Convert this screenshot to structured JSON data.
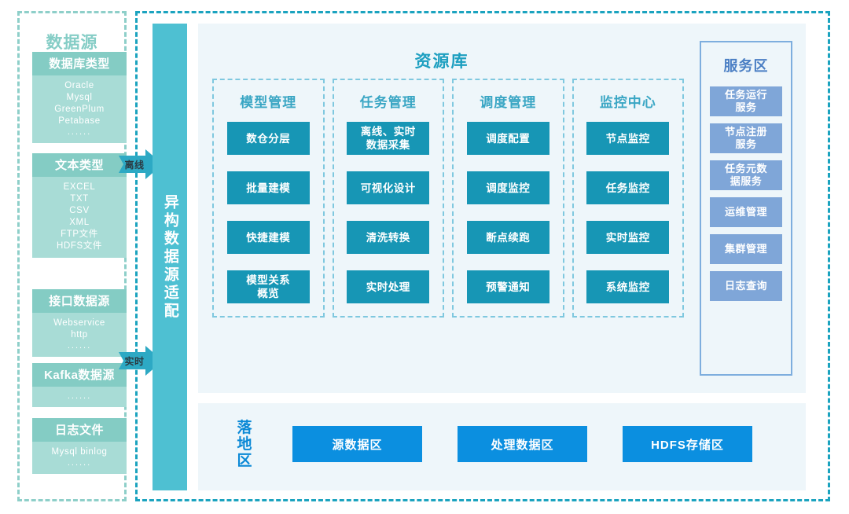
{
  "frames": {
    "left_border_color": "#8ecfc9",
    "right_border_color": "#1ba3bf"
  },
  "datasource": {
    "title": "数据源",
    "boxes": [
      {
        "header": "数据库类型",
        "items": [
          "Oracle",
          "Mysql",
          "GreenPlum",
          "Petabase"
        ],
        "dots": "......"
      },
      {
        "header": "文本类型",
        "items": [
          "EXCEL",
          "TXT",
          "CSV",
          "XML",
          "FTP文件",
          "HDFS文件"
        ],
        "dots": ""
      },
      {
        "header": "接口数据源",
        "items": [
          "Webservice",
          "http"
        ],
        "dots": "......"
      },
      {
        "header": "Kafka数据源",
        "items": [],
        "dots": "......"
      },
      {
        "header": "日志文件",
        "items": [
          "Mysql binlog"
        ],
        "dots": "......"
      }
    ]
  },
  "arrows": [
    {
      "label": "离线"
    },
    {
      "label": "实时"
    }
  ],
  "adapter": {
    "label": "异构数据源适配"
  },
  "repository": {
    "title": "资源库",
    "columns": [
      {
        "title": "模型管理",
        "items": [
          "数仓分层",
          "批量建模",
          "快捷建模",
          "模型关系\n概览"
        ]
      },
      {
        "title": "任务管理",
        "items": [
          "离线、实时\n数据采集",
          "可视化设计",
          "清洗转换",
          "实时处理"
        ]
      },
      {
        "title": "调度管理",
        "items": [
          "调度配置",
          "调度监控",
          "断点续跑",
          "预警通知"
        ]
      },
      {
        "title": "监控中心",
        "items": [
          "节点监控",
          "任务监控",
          "实时监控",
          "系统监控"
        ]
      }
    ]
  },
  "service_area": {
    "title": "服务区",
    "items": [
      "任务运行\n服务",
      "节点注册\n服务",
      "任务元数\n据服务",
      "运维管理",
      "集群管理",
      "日志查询"
    ]
  },
  "landing_zone": {
    "title": "落地区",
    "items": [
      "源数据区",
      "处理数据区",
      "HDFS存储区"
    ]
  },
  "colors": {
    "teal_light": "#a8dcd6",
    "teal_head": "#84ccc4",
    "adapter": "#4ec0d2",
    "panel_bg": "#eef6fa",
    "repo_item": "#1796b5",
    "service_item": "#7fa6d8",
    "landing_item": "#0b8fe0"
  }
}
